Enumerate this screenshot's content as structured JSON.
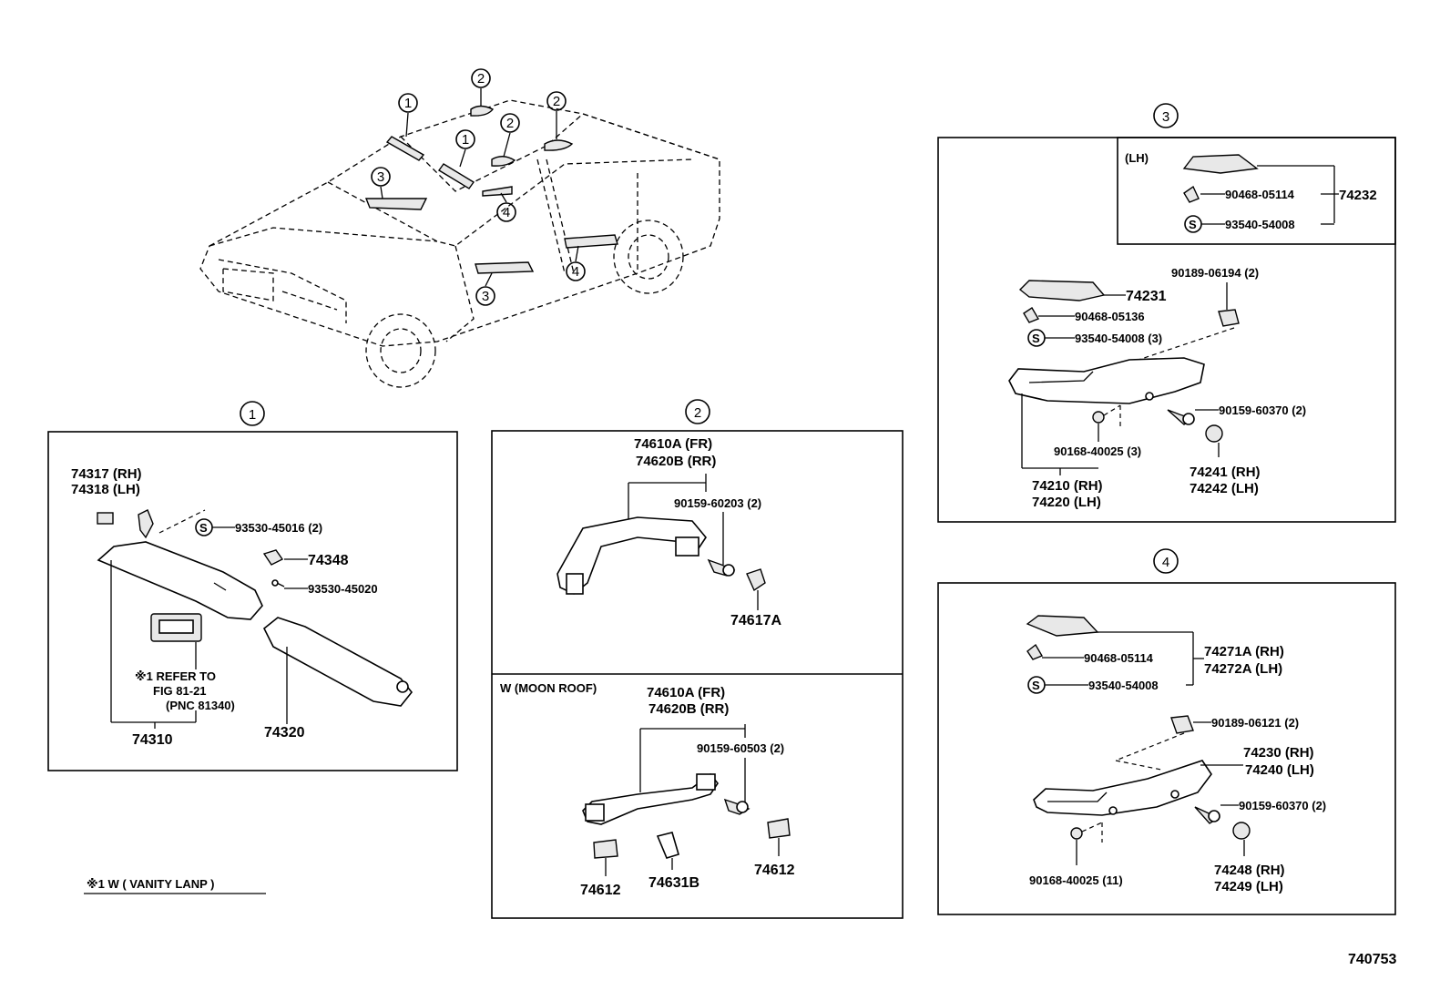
{
  "callouts": {
    "c1": "1",
    "c2": "2",
    "c3": "3",
    "c4": "4"
  },
  "section1": {
    "p74317": "74317 (RH)",
    "p74318": "74318 (LH)",
    "p93530_45016": "93530-45016 (2)",
    "p74348": "74348",
    "p93530_45020": "93530-45020",
    "refer1": "※1 REFER TO",
    "refer2": "FIG 81-21",
    "refer3": "(PNC 81340)",
    "p74310": "74310",
    "p74320": "74320"
  },
  "section2": {
    "p74610A": "74610A (FR)",
    "p74620B": "74620B (RR)",
    "p90159_60203": "90159-60203 (2)",
    "p74617A": "74617A"
  },
  "section2b": {
    "title": "W (MOON ROOF)",
    "p74610A": "74610A (FR)",
    "p74620B": "74620B (RR)",
    "p90159_60503": "90159-60503 (2)",
    "p74612a": "74612",
    "p74631B": "74631B",
    "p74612b": "74612"
  },
  "section3": {
    "lh": "(LH)",
    "p90468_05114": "90468-05114",
    "p74232": "74232",
    "p93540_54008": "93540-54008",
    "p74231": "74231",
    "p90189_06194": "90189-06194 (2)",
    "p90468_05136": "90468-05136",
    "p93540_54008_3": "93540-54008 (3)",
    "p90159_60370": "90159-60370 (2)",
    "p90168_40025": "90168-40025 (3)",
    "p74210": "74210 (RH)",
    "p74220": "74220 (LH)",
    "p74241": "74241 (RH)",
    "p74242": "74242 (LH)"
  },
  "section4": {
    "p90468_05114": "90468-05114",
    "p74271A": "74271A (RH)",
    "p74272A": "74272A (LH)",
    "p93540_54008": "93540-54008",
    "p90189_06121": "90189-06121 (2)",
    "p74230": "74230 (RH)",
    "p74240": "74240 (LH)",
    "p90159_60370": "90159-60370 (2)",
    "p90168_40025": "90168-40025 (11)",
    "p74248": "74248 (RH)",
    "p74249": "74249 (LH)"
  },
  "s_marker": "S",
  "footnote": "※1  W ( VANITY LANP )",
  "figure_number": "740753"
}
